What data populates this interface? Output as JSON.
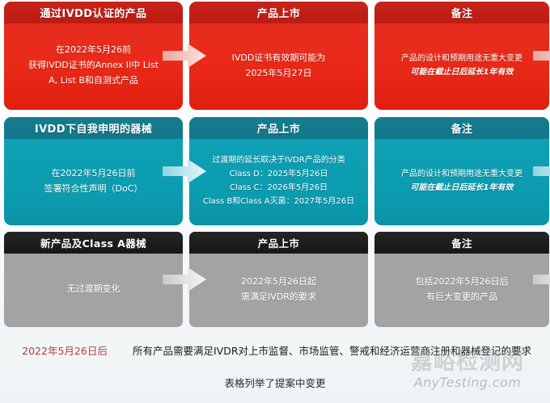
{
  "colors": {
    "red_header": "#c42017",
    "red_body": "#e42d1f",
    "teal_header": "#157d8e",
    "teal_body": "#0f9fb4",
    "black_header": "#1d1d1d",
    "gray_body": "#a3a3a3",
    "arrow_red": "#f3b7b0",
    "arrow_teal": "#b9e3ea",
    "arrow_gray": "#e2e2e2",
    "footer_date": "#b2403f"
  },
  "rows": [
    {
      "id": "row-ivdd-certified",
      "theme": "red",
      "cells": [
        {
          "id": "cell-ivdd-certified-category",
          "header": "通过IVDD认证的产品",
          "lines": [
            {
              "text": "在2022年5月26前",
              "style": "normal"
            },
            {
              "text": "获得IVDD证书的Annex II中 List",
              "style": "normal"
            },
            {
              "text": "A, List B和自测式产品",
              "style": "normal"
            }
          ]
        },
        {
          "id": "cell-ivdd-certified-market",
          "header": "产品上市",
          "lines": [
            {
              "text": "IVDD证书有效期可能为",
              "style": "normal"
            },
            {
              "text": "2025年5月27日",
              "style": "normal"
            }
          ]
        },
        {
          "id": "cell-ivdd-certified-remark",
          "header": "备注",
          "lines": [
            {
              "text": "产品的设计和预期用途无重大变更",
              "style": "small"
            },
            {
              "text": "可能在截止日后延长1年有效",
              "style": "italic"
            }
          ]
        }
      ]
    },
    {
      "id": "row-ivdd-self-declared",
      "theme": "teal",
      "cells": [
        {
          "id": "cell-self-declared-category",
          "header": "IVDD下自我申明的器械",
          "lines": [
            {
              "text": "在2022年5月26日前",
              "style": "normal"
            },
            {
              "text": "签署符合性声明（DoC）",
              "style": "normal"
            }
          ]
        },
        {
          "id": "cell-self-declared-market",
          "header": "产品上市",
          "lines": [
            {
              "text": "过渡期的延长取决于IVDR产品的分类",
              "style": "small"
            },
            {
              "text": "Class D：2025年5月26日",
              "style": "small"
            },
            {
              "text": "Class C：2026年5月26日",
              "style": "small"
            },
            {
              "text": "Class B和Class A灭菌：2027年5月26日",
              "style": "small"
            }
          ]
        },
        {
          "id": "cell-self-declared-remark",
          "header": "备注",
          "lines": [
            {
              "text": "产品的设计和预期用途无重大变更",
              "style": "small"
            },
            {
              "text": "可能在截止日后延长1年有效",
              "style": "italic"
            }
          ]
        }
      ]
    },
    {
      "id": "row-new-and-class-a",
      "theme": "black",
      "cells": [
        {
          "id": "cell-new-class-a-category",
          "header": "新产品及Class A器械",
          "lines": [
            {
              "text": "无过渡期变化",
              "style": "normal"
            }
          ]
        },
        {
          "id": "cell-new-class-a-market",
          "header": "产品上市",
          "lines": [
            {
              "text": "2022年5月26日起",
              "style": "normal"
            },
            {
              "text": "需满足IVDR的要求",
              "style": "normal"
            }
          ]
        },
        {
          "id": "cell-new-class-a-remark",
          "header": "备注",
          "lines": [
            {
              "text": "包括2022年5月26日后",
              "style": "normal"
            },
            {
              "text": "有巨大变更的产品",
              "style": "normal"
            }
          ]
        }
      ]
    }
  ],
  "footer": {
    "date_label": "2022年5月26日后",
    "requirement_text": "所有产品需要满足IVDR对上市监督、市场监管、警戒和经济运营商注册和器械登记的要求",
    "caption": "表格列举了提案中变更"
  },
  "watermark": {
    "chinese": "嘉峪检测网",
    "english": "AnyTesting.com"
  },
  "icons": {
    "arrow": "right-arrow-icon"
  }
}
